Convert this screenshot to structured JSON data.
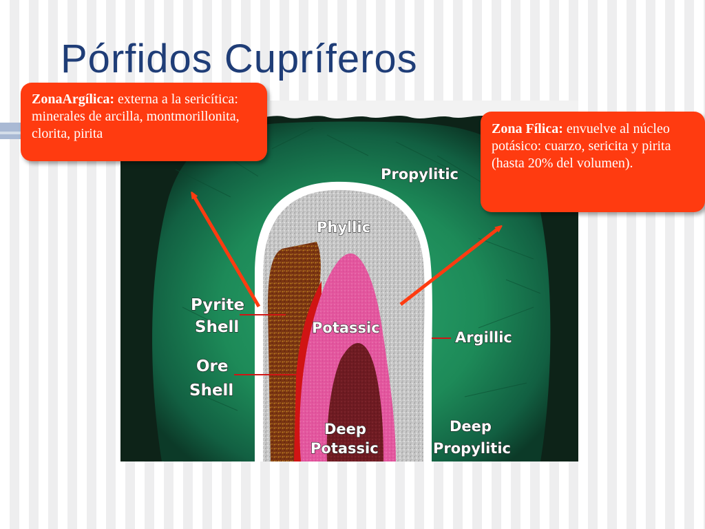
{
  "slide": {
    "title": "Pórfidos Cupríferos"
  },
  "callouts": {
    "argilica": {
      "heading": "ZonaArgílica:",
      "text": " externa a la sericítica: minerales de arcilla, montmorillonita, clorita, pirita"
    },
    "filica": {
      "heading": "Zona Fílica:",
      "text": " envuelve al núcleo potásico: cuarzo, sericita y pirita (hasta 20% del volumen)."
    }
  },
  "diagram": {
    "labels": {
      "propylitic": "Propylitic",
      "phyllic": "Phyllic",
      "pyrite_shell_1": "Pyrite",
      "pyrite_shell_2": "Shell",
      "potassic": "Potassic",
      "argillic": "Argillic",
      "ore_shell_1": "Ore",
      "ore_shell_2": "Shell",
      "deep_potassic_1": "Deep",
      "deep_potassic_2": "Potassic",
      "deep_propylitic_1": "Deep",
      "deep_propylitic_2": "Propylitic"
    },
    "colors": {
      "background": "#0d2318",
      "propylitic": "#1f8a5a",
      "phyllic": "#c9c9c9",
      "potassic": "#e0509a",
      "deep_potassic": "#6a1a1e",
      "pyrite_shell": "#7a3512",
      "ore_shell": "#d11414",
      "arrow": "#ff3b10"
    }
  }
}
